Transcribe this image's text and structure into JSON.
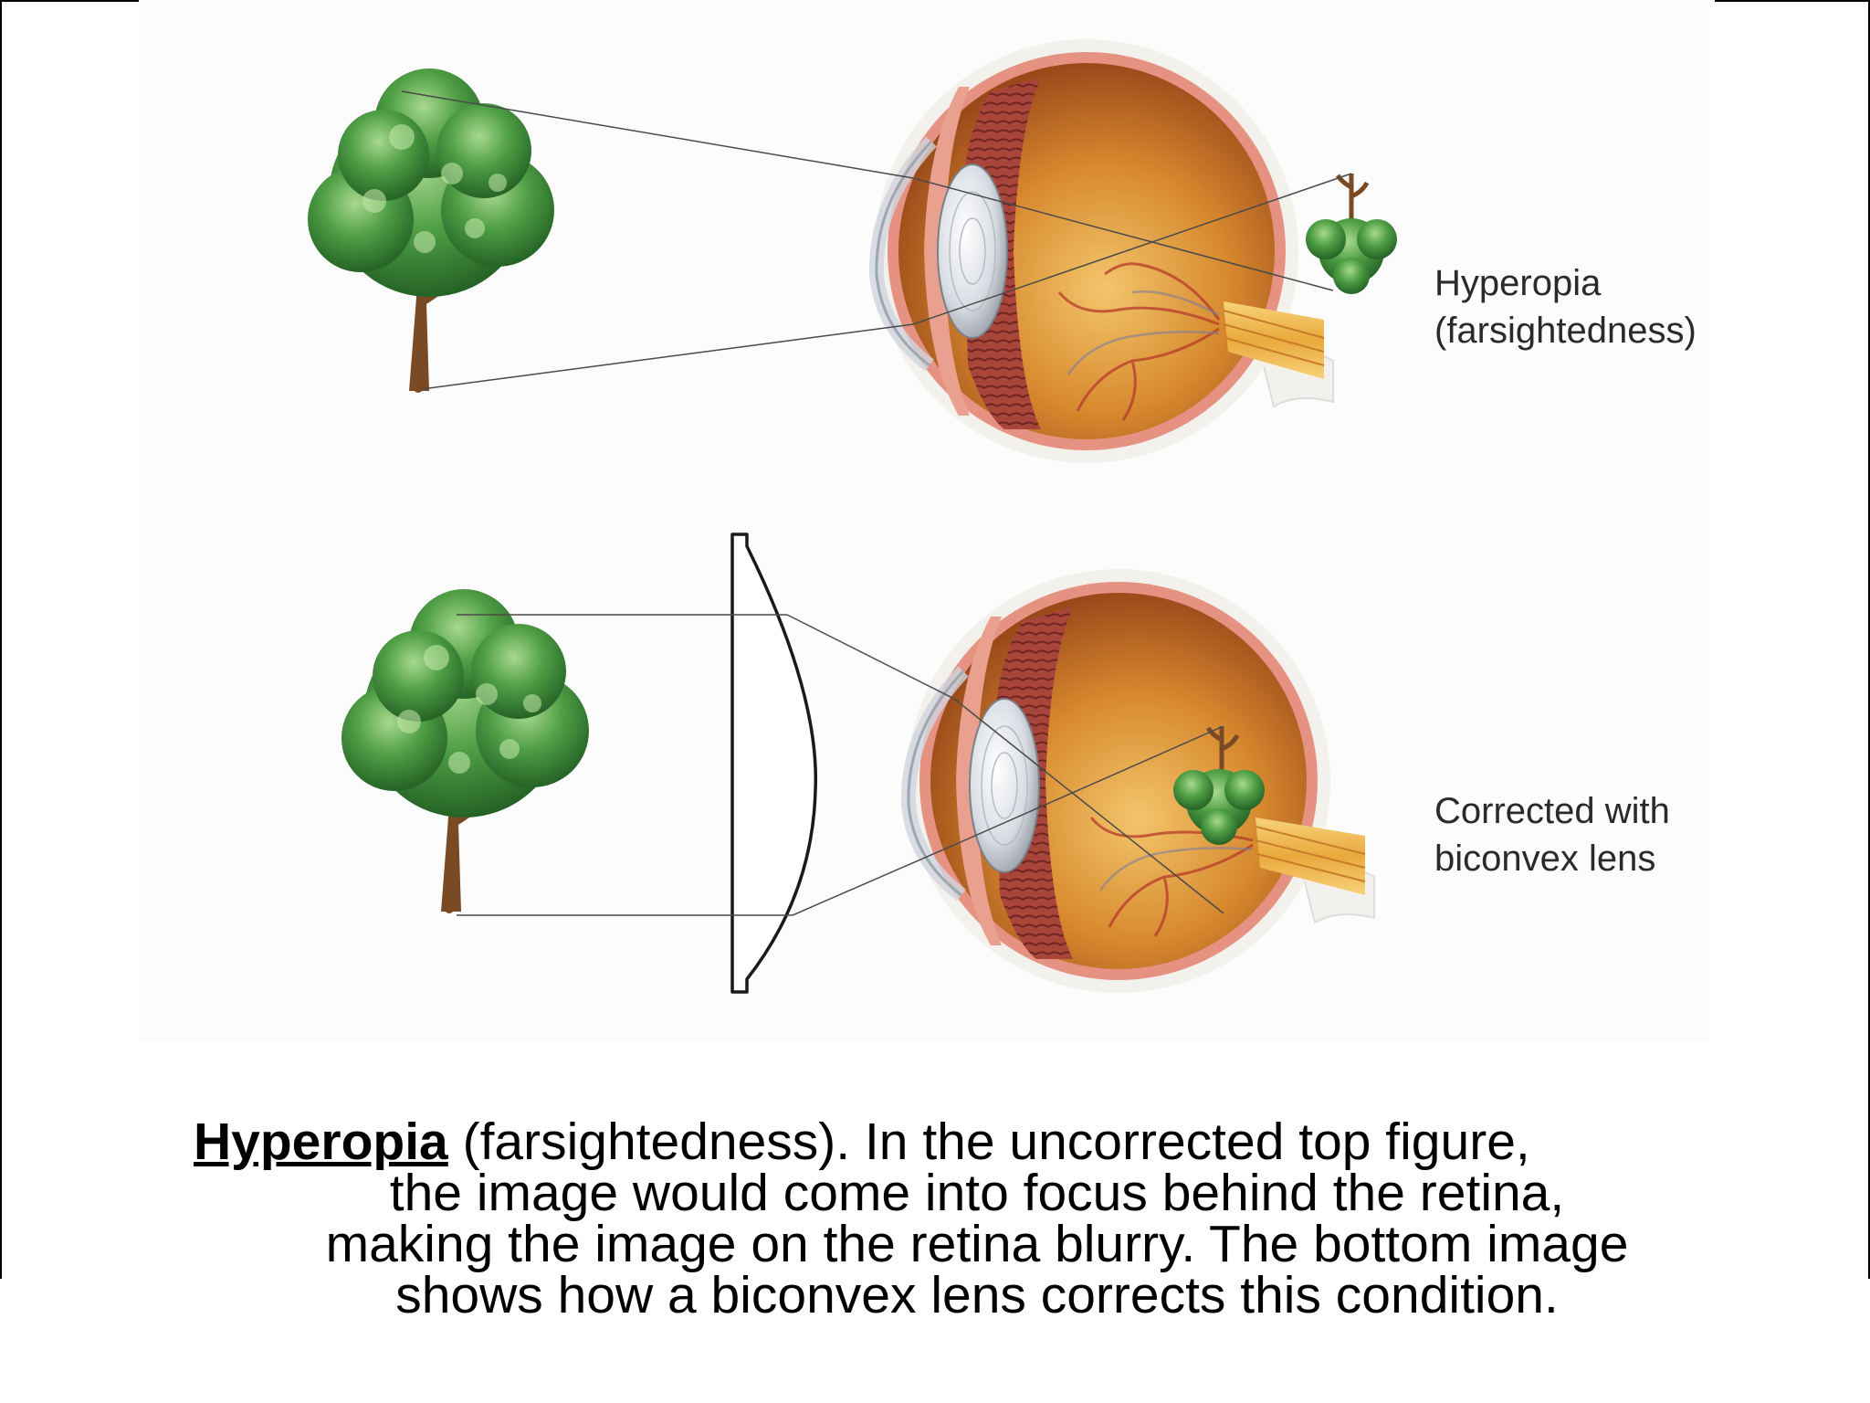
{
  "figure": {
    "top_label_line1": "Hyperopia",
    "top_label_line2": "(farsightedness)",
    "bottom_label_line1": "Corrected with",
    "bottom_label_line2": "biconvex lens"
  },
  "caption": {
    "term": "Hyperopia",
    "line1_rest": " (farsightedness). In the uncorrected top figure,",
    "line2": "the image would come into focus behind the retina,",
    "line3": "making the image on the retina blurry. The bottom image",
    "line4": "shows how a biconvex lens corrects this condition."
  },
  "colors": {
    "foliage": "#3f8f3a",
    "trunk": "#7a4a25",
    "eye_interior": "#d7892e",
    "sclera": "#f6e3c8",
    "caption_text": "#000000"
  }
}
